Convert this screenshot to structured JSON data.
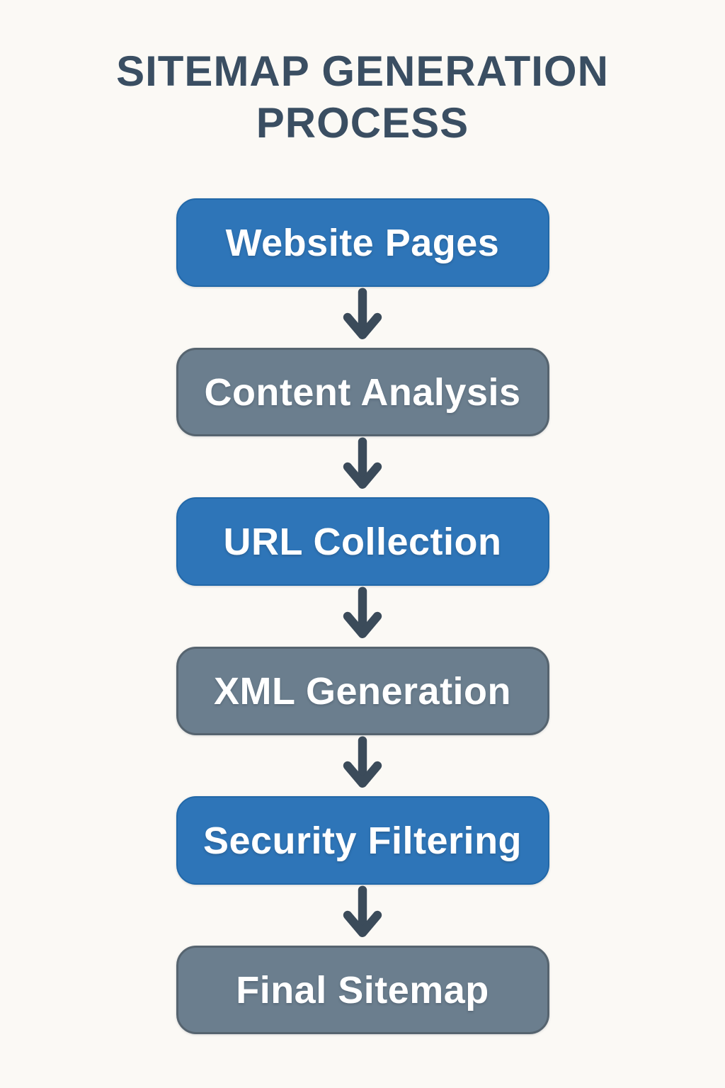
{
  "title": "SITEMAP GENERATION PROCESS",
  "flow": {
    "steps": [
      {
        "label": "Website Pages",
        "variant": "blue"
      },
      {
        "label": "Content Analysis",
        "variant": "gray"
      },
      {
        "label": "URL Collection",
        "variant": "blue"
      },
      {
        "label": "XML Generation",
        "variant": "gray"
      },
      {
        "label": "Security Filtering",
        "variant": "blue"
      },
      {
        "label": "Final Sitemap",
        "variant": "gray"
      }
    ],
    "arrow_icon": "down-arrow-icon"
  },
  "colors": {
    "background": "#fbf9f5",
    "title": "#3a4e62",
    "blue": "#2e75b8",
    "blue_border": "#2268a8",
    "gray": "#6b7e8e",
    "gray_border": "#56646f",
    "arrow": "#3b4b5a",
    "box_text": "#ffffff"
  }
}
